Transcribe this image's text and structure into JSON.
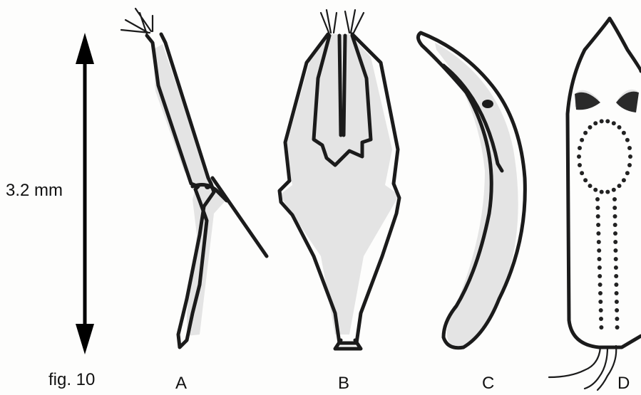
{
  "scale_label": "3.2 mm",
  "figure_label": "fig. 10",
  "panels": [
    {
      "label": "A"
    },
    {
      "label": "B"
    },
    {
      "label": "C"
    },
    {
      "label": "D"
    }
  ]
}
